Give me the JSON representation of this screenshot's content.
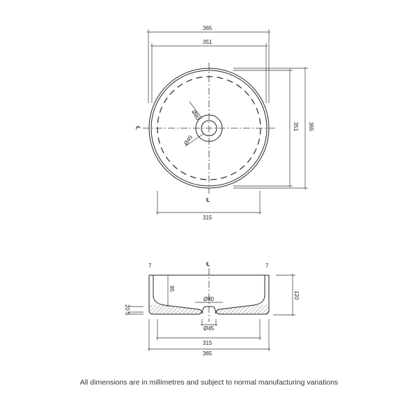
{
  "plan_view": {
    "overall_width": "365",
    "inner_width": "351",
    "overall_depth": "365",
    "inner_depth": "351",
    "base_diameter": "315",
    "outer_waste": "Ø80",
    "inner_waste": "Ø45",
    "centerline": "℄"
  },
  "section_view": {
    "centerline": "℄",
    "height": "120",
    "inner_depth": "95",
    "base_thickness": "20",
    "foot_height": "5",
    "outer_waste": "Ø80",
    "inner_waste": "Ø45",
    "base_width": "315",
    "overall_width": "365",
    "cut_mark": "7"
  },
  "caption": "All dimensions are in millimetres and subject to normal manufacturing variations",
  "colors": {
    "line": "#222222",
    "background": "#ffffff"
  }
}
